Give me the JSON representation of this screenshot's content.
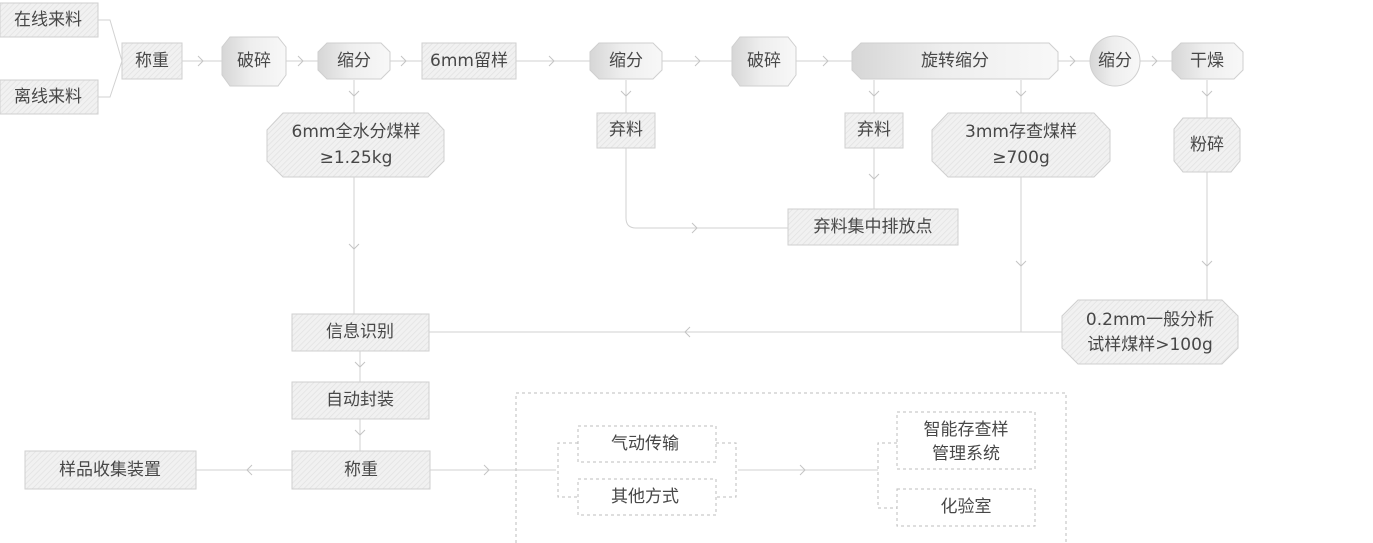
{
  "nodes": {
    "online_feed": "在线来料",
    "offline_feed": "离线来料",
    "weigh_1": "称重",
    "crush_1": "破碎",
    "divide_1": "缩分",
    "reserve_6mm": "6mm留样",
    "divide_2": "缩分",
    "crush_2": "破碎",
    "rotary_divide": "旋转缩分",
    "divide_3": "缩分",
    "dry": "干燥",
    "sample_6mm_line1": "6mm全水分煤样",
    "sample_6mm_line2": "≥1.25kg",
    "discard_1": "弃料",
    "discard_2": "弃料",
    "sample_3mm_line1": "3mm存查煤样",
    "sample_3mm_line2": "≥700g",
    "pulverize": "粉碎",
    "discard_center": "弃料集中排放点",
    "analysis_line1": "0.2mm一般分析",
    "analysis_line2": "试样煤样>100g",
    "info_identify": "信息识别",
    "auto_pack": "自动封装",
    "weigh_2": "称重",
    "collect_device": "样品收集装置",
    "pneumatic": "气动传输",
    "other_methods": "其他方式",
    "smart_storage_line1": "智能存查样",
    "smart_storage_line2": "管理系统",
    "lab": "化验室"
  }
}
